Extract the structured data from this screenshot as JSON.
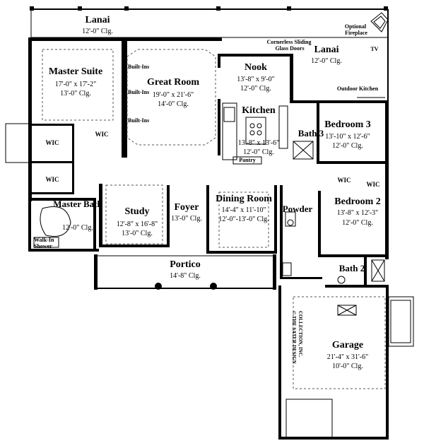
{
  "rooms": {
    "lanai_left": {
      "name": "Lanai",
      "ceiling": "12'-0\" Clg."
    },
    "lanai_right": {
      "name": "Lanai",
      "ceiling": "12'-0\" Clg."
    },
    "master_suite": {
      "name": "Master Suite",
      "dims": "17'-0\" x 17'-2\"",
      "ceiling": "13'-0\" Clg."
    },
    "great_room": {
      "name": "Great Room",
      "dims": "19'-0\" x 21'-6\"",
      "ceiling": "14'-0\" Clg."
    },
    "nook": {
      "name": "Nook",
      "dims": "13'-8\" x 9'-0\"",
      "ceiling": "12'-0\" Clg."
    },
    "kitchen": {
      "name": "Kitchen",
      "dims": "13'-8\" x 13'-6\"",
      "ceiling": "12'-0\" Clg."
    },
    "bedroom3": {
      "name": "Bedroom 3",
      "dims": "13'-10\" x 12'-6\"",
      "ceiling": "12'-0\" Clg."
    },
    "bath3": {
      "name": "Bath 3"
    },
    "bedroom2": {
      "name": "Bedroom 2",
      "dims": "13'-8\" x 12'-3\"",
      "ceiling": "12'-0\" Clg."
    },
    "bath2": {
      "name": "Bath 2"
    },
    "master_bath": {
      "name": "Master Bath",
      "ceiling": "12'-0\" Clg."
    },
    "study": {
      "name": "Study",
      "dims": "12'-8\" x 16'-8\"",
      "ceiling": "13'-0\" Clg."
    },
    "foyer": {
      "name": "Foyer",
      "ceiling": "13'-0\" Clg."
    },
    "dining_room": {
      "name": "Dining Room",
      "dims": "14'-4\" x 11'-10\"",
      "ceiling": "12'-0\"-13'-0\" Clg."
    },
    "powder": {
      "name": "Powder"
    },
    "portico": {
      "name": "Portico",
      "ceiling": "14'-8\" Clg."
    },
    "garage": {
      "name": "Garage",
      "dims": "21'-4\" x 31'-6\"",
      "ceiling": "10'-0\" Clg."
    }
  },
  "labels": {
    "builtins": [
      "Built-Ins",
      "Built-Ins",
      "Built-Ins"
    ],
    "wic": [
      "WIC",
      "WIC",
      "WIC",
      "WIC",
      "WIC"
    ],
    "pantry": "Pantry",
    "walk_in_shower": [
      "Walk-In",
      "Shower"
    ],
    "sliding_doors": [
      "Cornerless Sliding",
      "Glass Doors"
    ],
    "fireplace": [
      "Optional",
      "Fireplace"
    ],
    "tv": "TV",
    "outdoor_kitchen": "Outdoor Kitchen",
    "copyright": [
      "© THE SATER DESIGN",
      "COLLECTION, INC."
    ]
  }
}
